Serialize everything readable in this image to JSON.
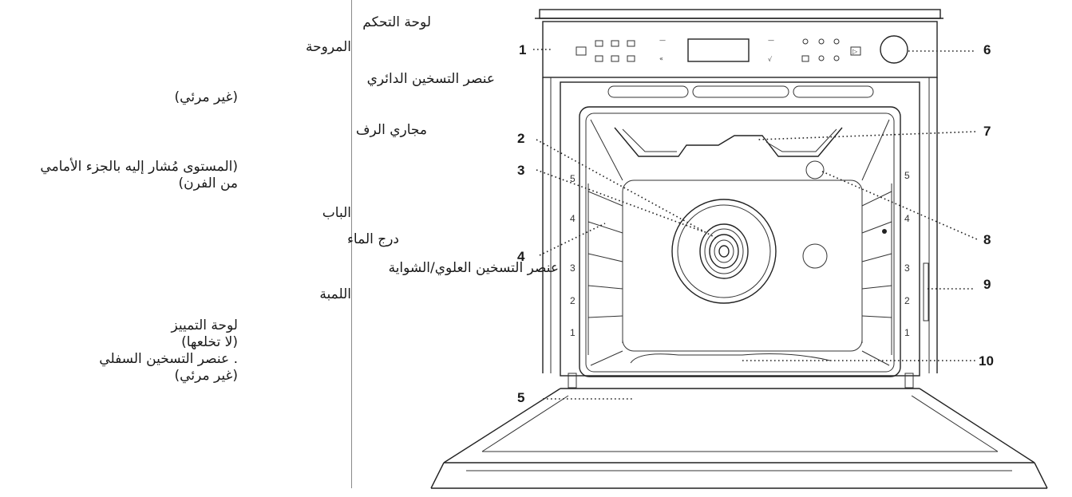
{
  "legend_right": [
    "لوحة التحكم",
    "المروحة",
    "عنصر التسخين الدائري",
    "مجاري الرف",
    "الباب",
    "درج الماء",
    "عنصر التسخين العلوي/الشواية",
    "اللمبة"
  ],
  "legend_left": {
    "not_visible_1": "(غير مرئي)",
    "level_note": [
      "(المستوى مُشار إليه بالجزء الأمامي",
      "من الفرن)"
    ],
    "plate": [
      "لوحة التمييز",
      "(لا تخلعها)",
      ". عنصر التسخين السفلي",
      "(غير مرئي)"
    ]
  },
  "callouts": [
    "1",
    "2",
    "3",
    "4",
    "5",
    "6",
    "7",
    "8",
    "9",
    "10"
  ],
  "shelf_levels": [
    "5",
    "4",
    "3",
    "2",
    "1"
  ],
  "control_glyphs": {
    "minus": "—",
    "back": "«",
    "check": "√",
    "enter": "▷"
  }
}
